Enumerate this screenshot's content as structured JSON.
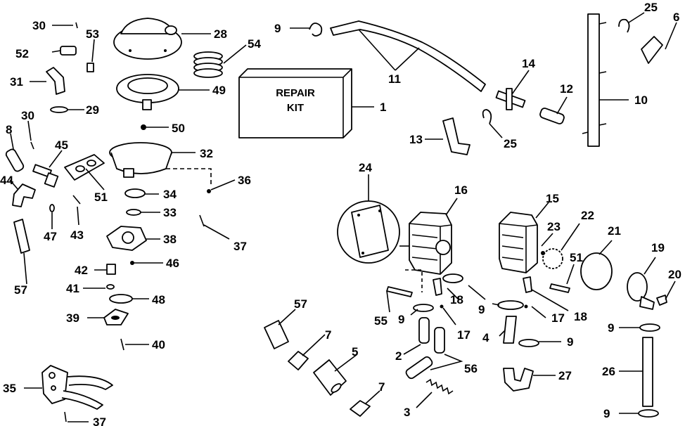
{
  "diagram": {
    "repair_kit_line1": "REPAIR",
    "repair_kit_line2": "KIT",
    "callouts": [
      "1",
      "2",
      "3",
      "4",
      "5",
      "6",
      "7",
      "8",
      "9",
      "10",
      "11",
      "12",
      "13",
      "14",
      "15",
      "16",
      "17",
      "18",
      "19",
      "20",
      "21",
      "22",
      "23",
      "24",
      "25",
      "26",
      "27",
      "28",
      "29",
      "30",
      "31",
      "32",
      "33",
      "34",
      "35",
      "36",
      "37",
      "38",
      "39",
      "40",
      "41",
      "42",
      "43",
      "44",
      "45",
      "46",
      "47",
      "48",
      "49",
      "50",
      "51",
      "52",
      "53",
      "54",
      "55",
      "56",
      "57"
    ]
  }
}
